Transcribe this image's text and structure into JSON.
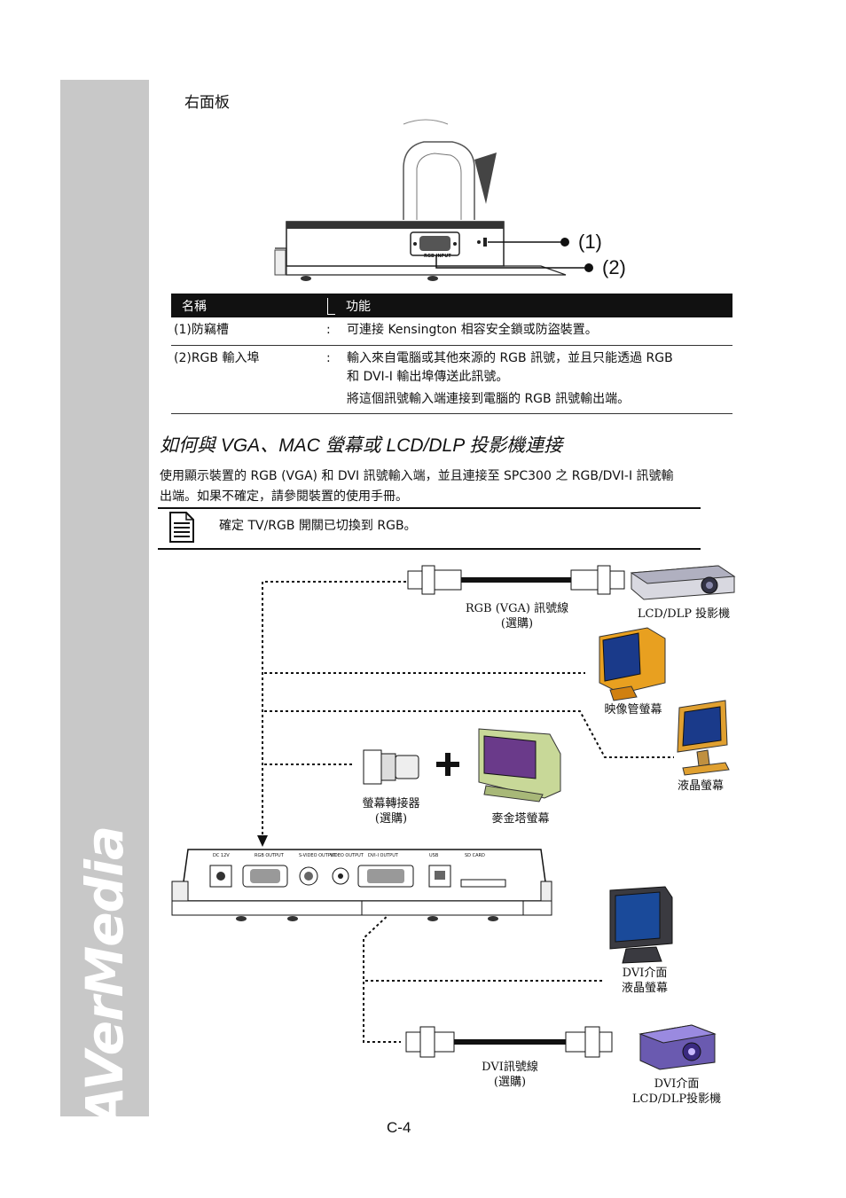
{
  "brand": "AVerMedia",
  "section_title": "右面板",
  "panel": {
    "rgb_input_label": "RGB INPUT",
    "callout_1": "(1)",
    "callout_2": "(2)"
  },
  "table": {
    "headers": [
      "名稱",
      "功能"
    ],
    "rows": [
      {
        "name": "(1)防竊槽",
        "colon": ":",
        "lines": [
          "可連接 Kensington 相容安全鎖或防盜裝置。"
        ]
      },
      {
        "name": "(2)RGB 輸入埠",
        "colon": ":",
        "lines": [
          "輸入來自電腦或其他來源的 RGB 訊號，並且只能透過 RGB",
          "和 DVI-I 輸出埠傳送此訊號。",
          "將這個訊號輸入端連接到電腦的 RGB 訊號輸出端。"
        ]
      }
    ]
  },
  "heading": {
    "part1": "如何與",
    "part2": " VGA",
    "part3": "、",
    "part4": "MAC ",
    "part5": "螢幕或",
    "part6": " LCD/DLP ",
    "part7": "投影機連接"
  },
  "paragraph": [
    "使用顯示裝置的 RGB (VGA) 和 DVI 訊號輸入端，並且連接至 SPC300 之 RGB/DVI-I 訊號輸",
    "出端。如果不確定，請參閱裝置的使用手冊。"
  ],
  "note": "確定 TV/RGB 開關已切換到 RGB。",
  "diagram": {
    "rgb_cable": [
      "RGB (VGA) 訊號線",
      "(選購)"
    ],
    "projector": "LCD/DLP 投影機",
    "crt": "映像管螢幕",
    "lcd": "液晶螢幕",
    "adapter": [
      "螢幕轉接器",
      "(選購)"
    ],
    "mac": "麥金塔螢幕",
    "dvi_lcd": [
      "DVI介面",
      "液晶螢幕"
    ],
    "dvi_cable": [
      "DVI訊號線",
      "(選購)"
    ],
    "dvi_projector": [
      "DVI介面",
      "LCD/DLP投影機"
    ],
    "port_labels": [
      "DC 12V",
      "RGB OUTPUT",
      "S-VIDEO OUTPUT",
      "VIDEO OUTPUT",
      "DVI-I OUTPUT",
      "USB",
      "SD CARD"
    ]
  },
  "page_number": "C-4"
}
